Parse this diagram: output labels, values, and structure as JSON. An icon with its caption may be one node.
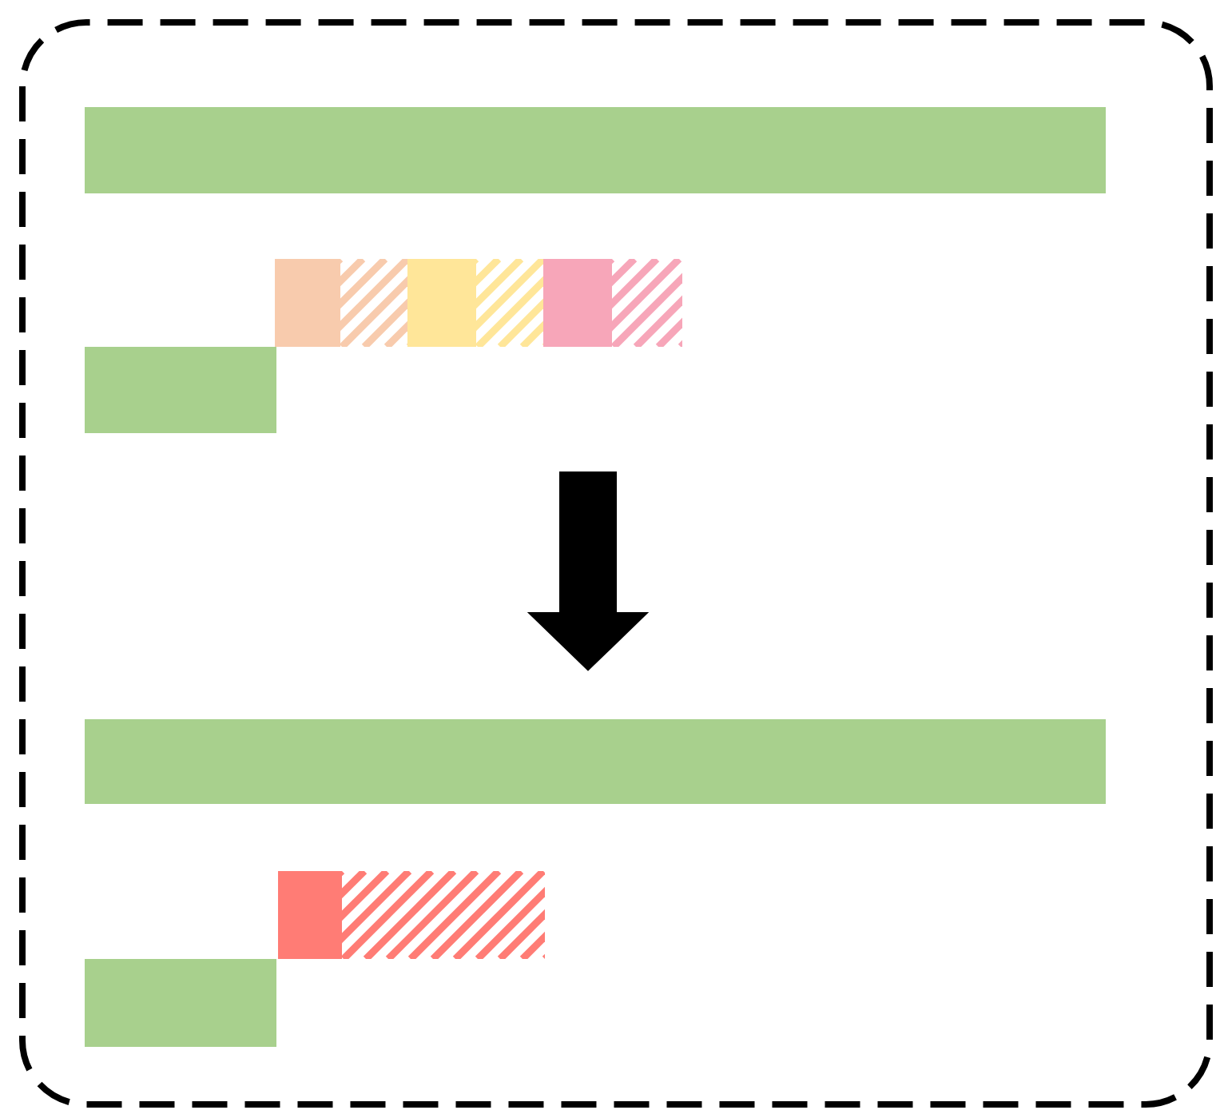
{
  "diagram": {
    "nodes": [
      {
        "text": [],
        "shape": "bar"
      },
      {
        "text": [],
        "shape": "bar"
      },
      {
        "text": [],
        "shape": "bar"
      },
      {
        "text": [],
        "shape": "bar"
      },
      {
        "text": [],
        "shape": "bar"
      },
      {
        "text": [],
        "shape": "bar"
      }
    ]
  }
}
